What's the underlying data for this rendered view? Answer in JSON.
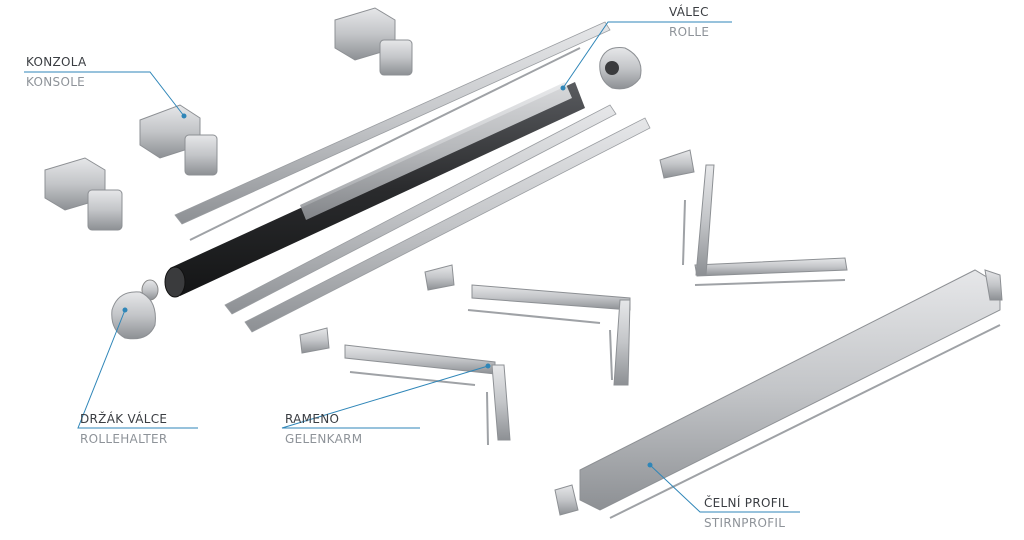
{
  "colors": {
    "leader": "#2f86b8",
    "label": "#3a3d42",
    "sublabel": "#8e9399",
    "metal": "#c9cbce",
    "metal_dark": "#8a8d91",
    "roller": "#2b2c2e"
  },
  "labels": {
    "konzola": {
      "main": "KONZOLA",
      "sub": "KONSOLE"
    },
    "valec": {
      "main": "VÁLEC",
      "sub": "ROLLE"
    },
    "drzak": {
      "main": "DRŽÁK VÁLCE",
      "sub": "ROLLEHALTER"
    },
    "rameno": {
      "main": "RAMENO",
      "sub": "GELENKARM"
    },
    "celni": {
      "main": "ČELNÍ PROFIL",
      "sub": "STIRNPROFIL"
    }
  }
}
